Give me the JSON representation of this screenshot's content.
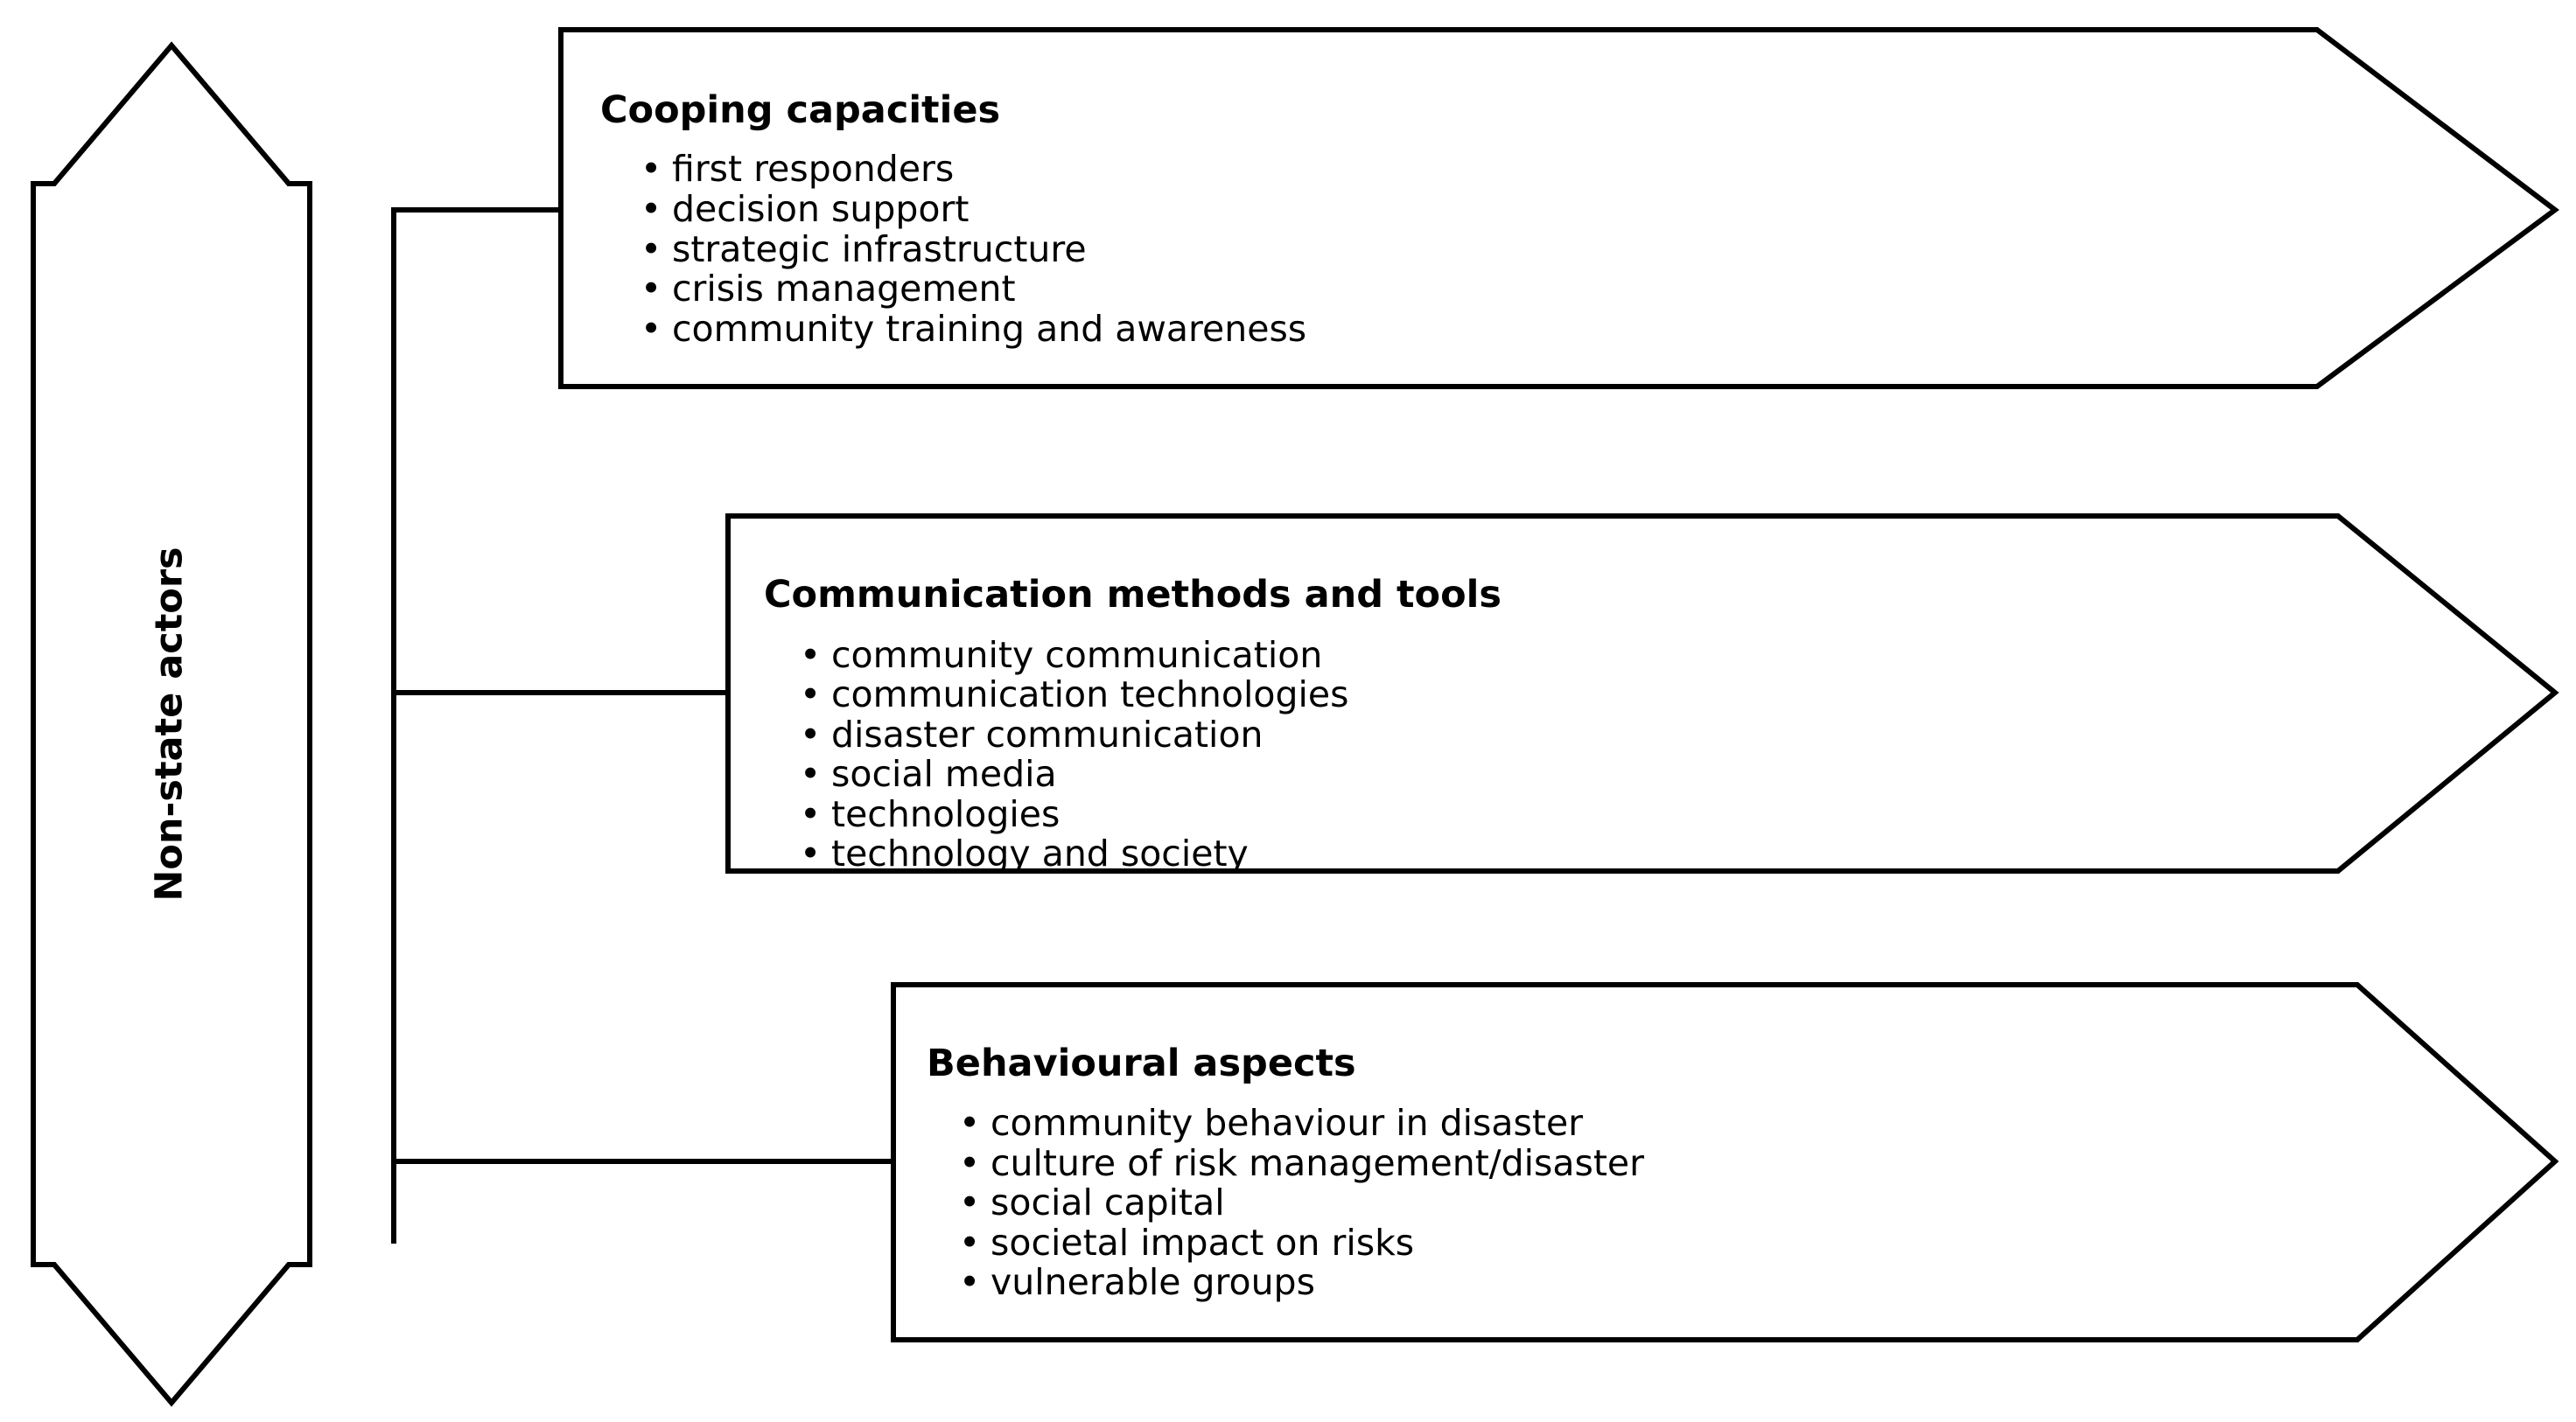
{
  "side_label": "Non-state actors",
  "boxes": [
    {
      "title": "Cooping capacities",
      "items": [
        "first responders",
        "decision support",
        "strategic infrastructure",
        "crisis management",
        "community training and awareness"
      ]
    },
    {
      "title": "Communication methods and tools",
      "items": [
        "community communication",
        "communication technologies",
        "disaster communication",
        "social media",
        "technologies",
        "technology and society"
      ]
    },
    {
      "title": "Behavioural aspects",
      "items": [
        "community behaviour in disaster",
        "culture of risk management/disaster",
        "social capital",
        "societal impact on risks",
        "vulnerable groups"
      ]
    }
  ],
  "bullet": "•",
  "colors": {
    "stroke": "#000000",
    "fill": "#ffffff",
    "text": "#000000"
  }
}
